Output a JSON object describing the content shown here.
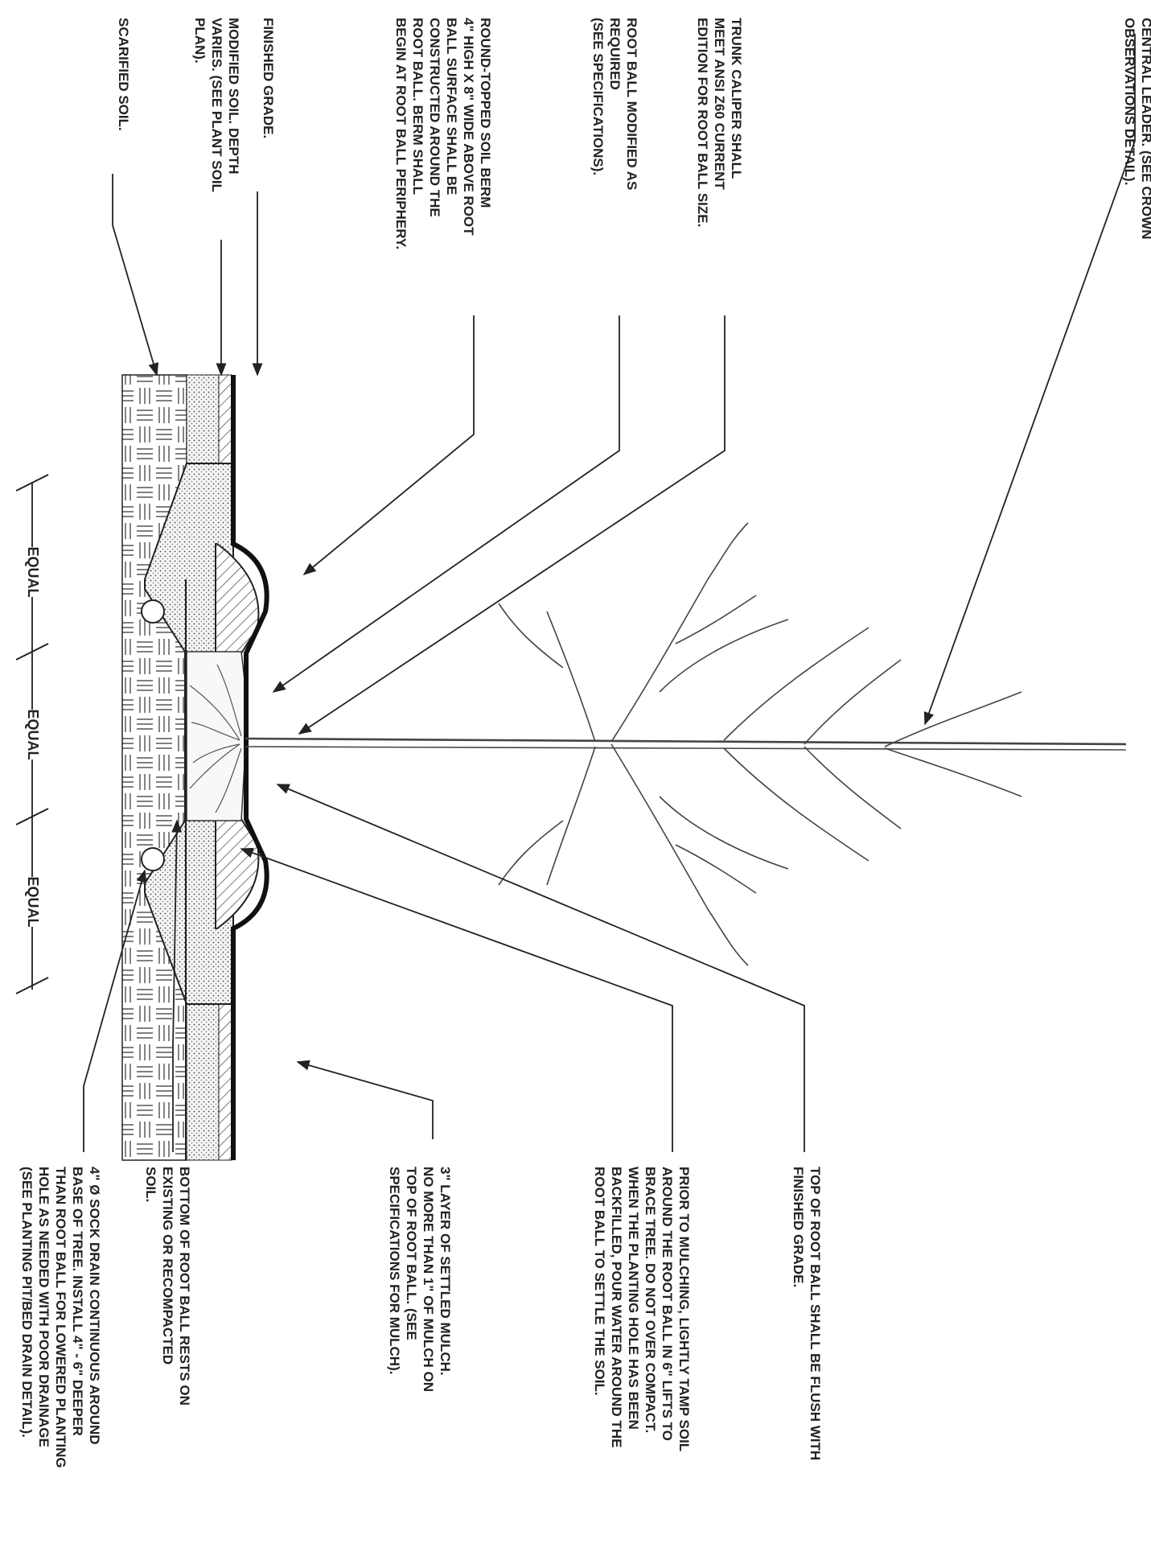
{
  "callouts": {
    "central_leader": [
      "CENTRAL LEADER. (SEE CROWN",
      "OBSERVATIONS DETAIL)."
    ],
    "trunk_caliper": [
      "TRUNK CALIPER SHALL",
      "MEET ANSI Z60 CURRENT",
      "EDITION FOR ROOT BALL SIZE."
    ],
    "root_ball_modified": [
      "ROOT BALL MODIFIED AS",
      "REQUIRED",
      "(SEE SPECIFICATIONS)."
    ],
    "soil_berm": [
      "ROUND-TOPPED SOIL BERM",
      "4\" HIGH X 8\" WIDE ABOVE ROOT",
      "BALL SURFACE SHALL BE",
      "CONSTRUCTED AROUND THE",
      "ROOT BALL. BERM SHALL",
      "BEGIN AT ROOT BALL PERIPHERY."
    ],
    "finished_grade": [
      "FINISHED GRADE."
    ],
    "modified_soil": [
      "MODIFIED SOIL. DEPTH",
      "VARIES. (SEE PLANT SOIL",
      "PLAN)."
    ],
    "scarified_soil": [
      "SCARIFIED SOIL."
    ],
    "top_of_root_ball": [
      "TOP OF ROOT BALL SHALL BE FLUSH WITH",
      "FINISHED GRADE."
    ],
    "tamp_soil": [
      "PRIOR TO MULCHING, LIGHTLY TAMP SOIL",
      "AROUND THE ROOT BALL IN 6\" LIFTS TO",
      "BRACE TREE. DO NOT OVER COMPACT.",
      "WHEN THE PLANTING HOLE HAS BEEN",
      "BACKFILLED, POUR WATER AROUND THE",
      "ROOT BALL TO SETTLE THE SOIL."
    ],
    "mulch": [
      "3\" LAYER OF SETTLED MULCH.",
      "NO MORE THAN 1\" OF MULCH ON",
      "TOP OF ROOT BALL. (SEE",
      "SPECIFICATIONS FOR MULCH)."
    ],
    "bottom_root_ball": [
      "BOTTOM OF ROOT BALL RESTS ON",
      "EXISTING OR RECOMPACTED",
      "SOIL."
    ],
    "sock_drain": [
      "4\" Ø SOCK DRAIN CONTINUOUS AROUND",
      "BASE OF TREE. INSTALL 4\" - 6\" DEEPER",
      "THAN ROOT BALL FOR LOWERED PLANTING",
      "HOLE AS NEEDED WITH POOR DRAINAGE",
      "(SEE PLANTING PIT/BED DRAIN DETAIL)."
    ]
  },
  "dimensions": {
    "equal_1": "EQUAL",
    "equal_2": "EQUAL",
    "equal_3": "EQUAL"
  },
  "colors": {
    "ink": "#222222",
    "paper": "#ffffff"
  }
}
